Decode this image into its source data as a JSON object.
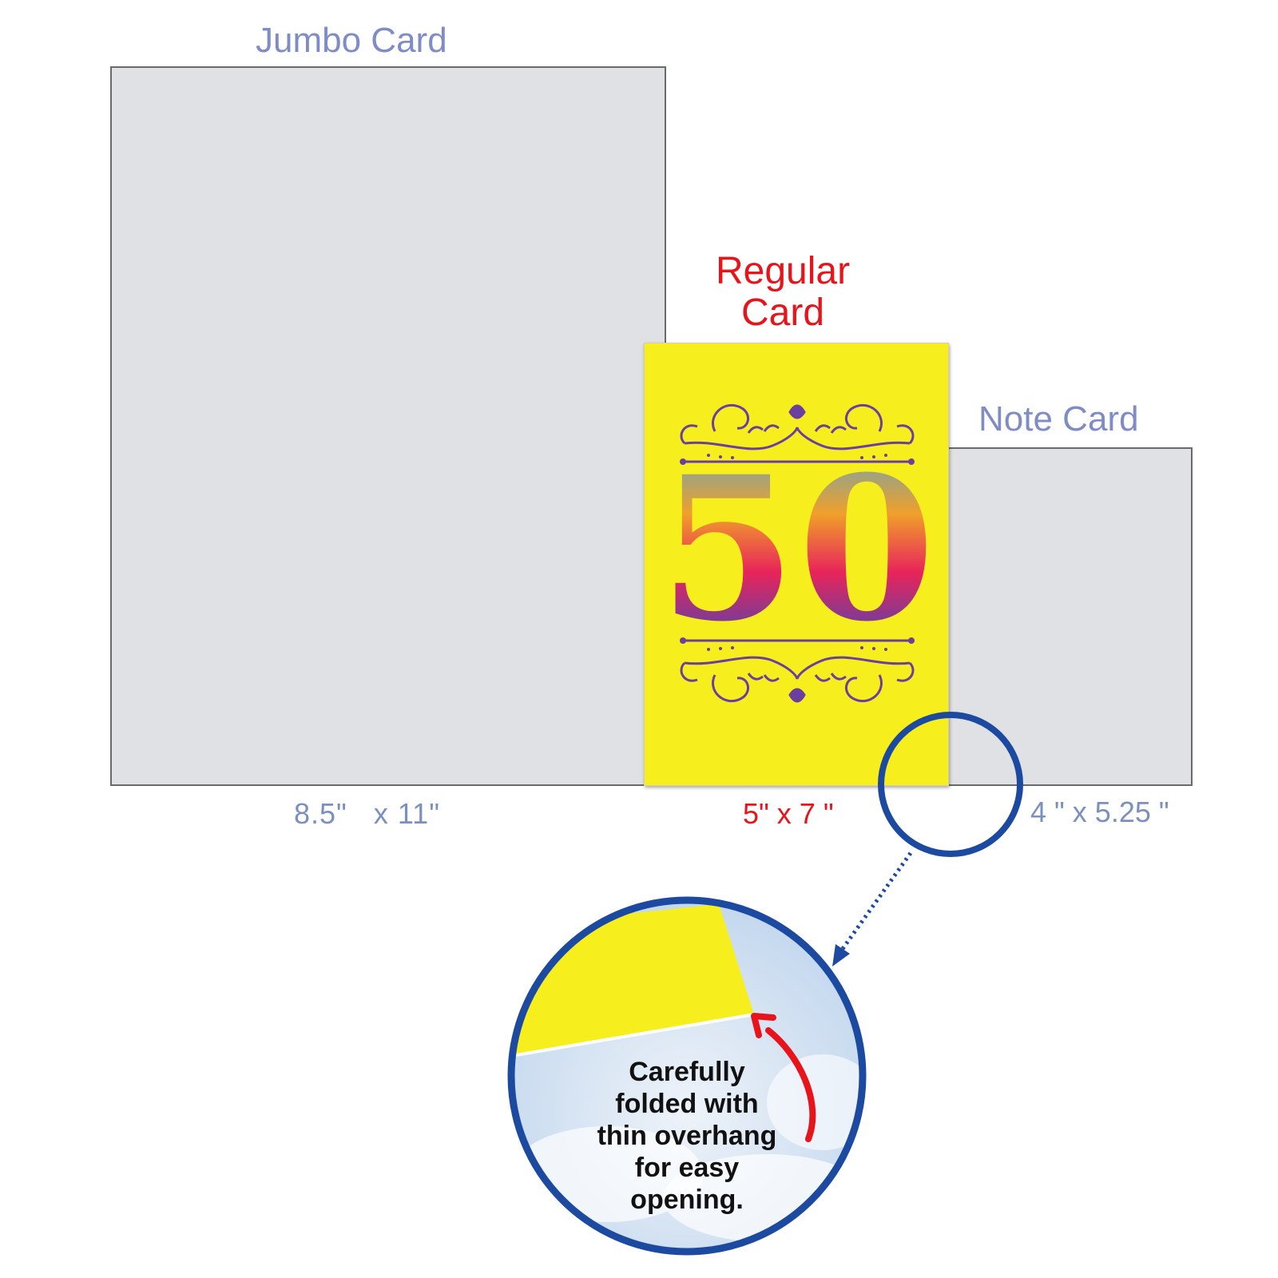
{
  "jumbo": {
    "title": "Jumbo Card",
    "size": "8.5\"   x 11\""
  },
  "regular": {
    "title_line1": "Regular",
    "title_line2": "Card",
    "size": "5\" x 7 \"",
    "number": "50"
  },
  "note": {
    "title": "Note Card",
    "size": "4 \" x 5.25 \""
  },
  "zoom": {
    "caption_lines": [
      "Carefully",
      "folded with",
      "thin overhang",
      "for easy",
      "opening."
    ]
  },
  "colors": {
    "jumbo_label": "#7f8cc6",
    "regular_label": "#e8141b",
    "card_yellow": "#f7ee1e",
    "card_grey": "#dfe1e4",
    "callout_blue": "#1c4aa0",
    "ornament_purple": "#6b3fa0",
    "arrow_red": "#e8141b"
  }
}
